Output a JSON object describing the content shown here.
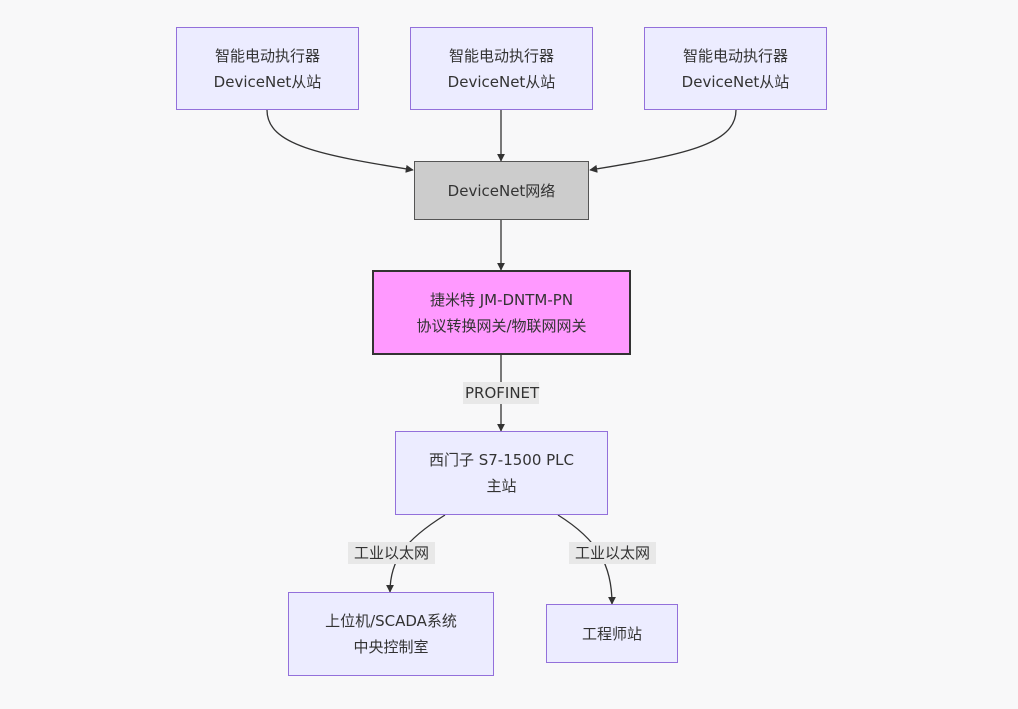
{
  "nodes": {
    "actuator_1": {
      "line1": "智能电动执行器",
      "line2": "DeviceNet从站"
    },
    "actuator_2": {
      "line1": "智能电动执行器",
      "line2": "DeviceNet从站"
    },
    "actuator_3": {
      "line1": "智能电动执行器",
      "line2": "DeviceNet从站"
    },
    "devicenet": {
      "line1": "DeviceNet网络"
    },
    "gateway": {
      "line1": "捷米特 JM-DNTM-PN",
      "line2": "协议转换网关/物联网网关"
    },
    "plc": {
      "line1": "西门子 S7-1500 PLC",
      "line2": "主站"
    },
    "scada": {
      "line1": "上位机/SCADA系统",
      "line2": "中央控制室"
    },
    "engineer": {
      "line1": "工程师站"
    }
  },
  "edge_labels": {
    "gateway_to_plc": "PROFINET",
    "plc_to_scada": "工业以太网",
    "plc_to_engineer": "工业以太网"
  },
  "colors": {
    "background": "#f8f8f9",
    "node_fill": "#ececff",
    "node_border": "#9370db",
    "network_fill": "#cccccc",
    "gateway_fill": "#ff99ff",
    "edge": "#333333",
    "edge_label_bg": "#e8e8e8"
  }
}
